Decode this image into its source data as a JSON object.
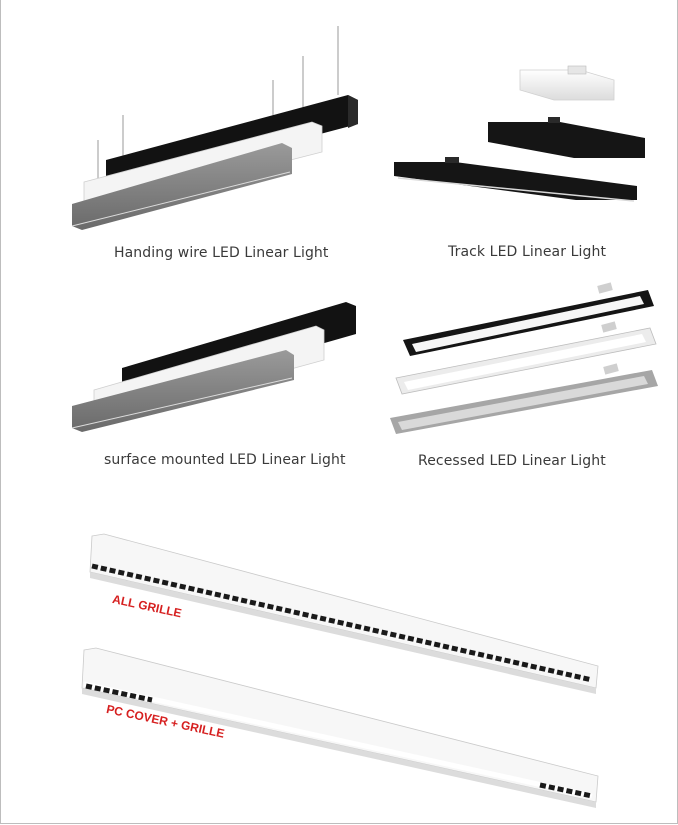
{
  "products": [
    {
      "caption": "Handing wire LED Linear Light"
    },
    {
      "caption": "Track LED Linear Light"
    },
    {
      "caption": "surface mounted LED Linear Light"
    },
    {
      "caption": "Recessed LED Linear Light"
    }
  ],
  "grille_variants": [
    {
      "label": "ALL  GRILLE"
    },
    {
      "label": "PC COVER + GRILLE"
    }
  ],
  "colors": {
    "black_fixture": "#141414",
    "white_fixture": "#f2f2f2",
    "grey_fixture": "#7b7b7b",
    "label_red": "#d62020"
  }
}
